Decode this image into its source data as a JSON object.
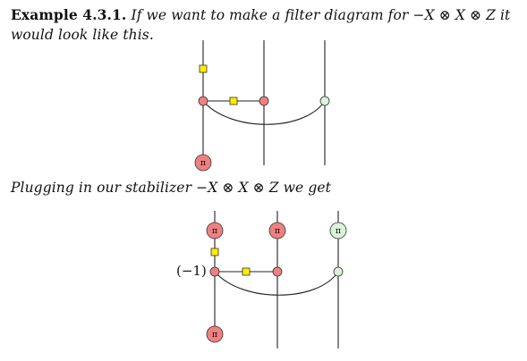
{
  "example": {
    "heading": "Example 4.3.1.",
    "text": "If we want to make a filter diagram for −X ⊗ X ⊗ Z it would look like this."
  },
  "plugging": {
    "text": "Plugging in our stabilizer −X ⊗ X ⊗ Z we get"
  },
  "diagram1": {
    "phase_label": "π"
  },
  "diagram2": {
    "phase_label_q1_top": "π",
    "phase_label_q2_top": "π",
    "phase_label_q3_top": "π",
    "phase_label_q1_bottom": "π",
    "scalar_label": "(−1)"
  },
  "colors": {
    "red_spider": "#f08080",
    "green_spider": "#d9f2d9",
    "hadamard_box": "#ffee00"
  }
}
